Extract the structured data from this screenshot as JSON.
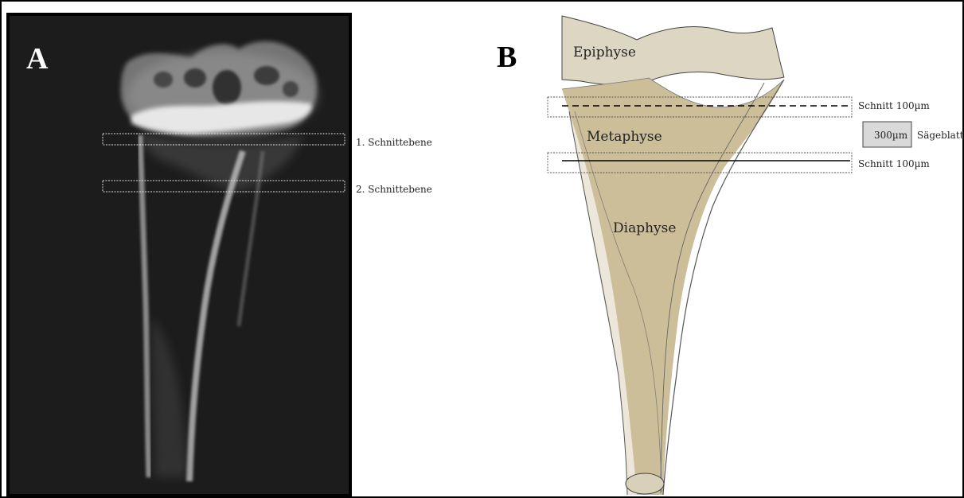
{
  "panel_a": {
    "label": "A",
    "cut_planes": [
      "1. Schnittebene",
      "2. Schnittebene"
    ]
  },
  "panel_b": {
    "label": "B",
    "regions": {
      "epiphysis": "Epiphyse",
      "metaphysis": "Metaphyse",
      "diaphysis": "Diaphyse"
    },
    "cuts": [
      "Schnitt 100µm",
      "Schnitt 100µm"
    ],
    "saw_blade": {
      "value": "300µm",
      "label": "Sägeblatt"
    }
  },
  "colors": {
    "xray_background": "#1c1c1c",
    "bone_fill": "#c9bc96",
    "epiphysis_fill": "#ddd6c2",
    "saw_box_fill": "#d9d9d9"
  }
}
